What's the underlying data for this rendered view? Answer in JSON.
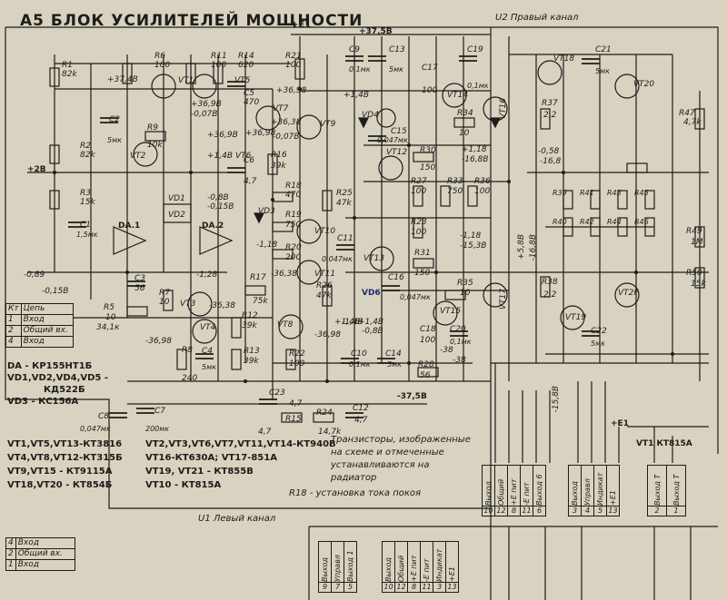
{
  "title": "А5 БЛОК УСИЛИТЕЛЕЙ МОЩНОСТИ",
  "channels": {
    "right": "U2 Правый канал",
    "left": "U1 Левый канал"
  },
  "rails": [
    "+E1",
    "+37,5В",
    "-37,5В",
    "+2В",
    "+E1"
  ],
  "components": [
    {
      "id": "R1",
      "val": "82k"
    },
    {
      "id": "R6",
      "val": "100"
    },
    {
      "id": "R11",
      "val": "100"
    },
    {
      "id": "R14",
      "val": "620"
    },
    {
      "id": "R21",
      "val": "100"
    },
    {
      "id": "C9",
      "val": "0,1мк"
    },
    {
      "id": "C13",
      "val": "5мк"
    },
    {
      "id": "C17",
      "val": "100"
    },
    {
      "id": "C19",
      "val": "0,1мк"
    },
    {
      "id": "C21",
      "val": "5мк"
    },
    {
      "id": "R2",
      "val": "82k"
    },
    {
      "id": "C2",
      "val": "5мк"
    },
    {
      "id": "R9",
      "val": "10k"
    },
    {
      "id": "R3",
      "val": "15k"
    },
    {
      "id": "C1",
      "val": "1,5мк"
    },
    {
      "id": "C5",
      "val": "470"
    },
    {
      "id": "C6",
      "val": "4,7"
    },
    {
      "id": "R16",
      "val": "39k"
    },
    {
      "id": "R18",
      "val": "470"
    },
    {
      "id": "R19",
      "val": "750"
    },
    {
      "id": "R20",
      "val": "200"
    },
    {
      "id": "R25",
      "val": "47k"
    },
    {
      "id": "C11",
      "val": "0,047мк"
    },
    {
      "id": "R17",
      "val": "75k"
    },
    {
      "id": "R26",
      "val": "47k"
    },
    {
      "id": "C15",
      "val": "0,047мк"
    },
    {
      "id": "R30",
      "val": "150"
    },
    {
      "id": "R27",
      "val": "100"
    },
    {
      "id": "R33",
      "val": "750"
    },
    {
      "id": "R36",
      "val": "100"
    },
    {
      "id": "R23",
      "val": "100"
    },
    {
      "id": "R31",
      "val": "150"
    },
    {
      "id": "C16",
      "val": "0,047мк"
    },
    {
      "id": "R35",
      "val": "10"
    },
    {
      "id": "R34",
      "val": "10"
    },
    {
      "id": "R37",
      "val": "2,2"
    },
    {
      "id": "R38",
      "val": "2,2"
    },
    {
      "id": "R47",
      "val": "4,7k"
    },
    {
      "id": "R49",
      "val": "1М"
    },
    {
      "id": "R50",
      "val": "15k"
    },
    {
      "id": "C3",
      "val": "56"
    },
    {
      "id": "R7",
      "val": "10"
    },
    {
      "id": "R5",
      "val": "10"
    },
    {
      "id": "R12",
      "val": "39k"
    },
    {
      "id": "R13",
      "val": "39k"
    },
    {
      "id": "R8",
      "val": "240"
    },
    {
      "id": "C4",
      "val": "5мк"
    },
    {
      "id": "R22",
      "val": "100"
    },
    {
      "id": "C8",
      "val": "0,047мк"
    },
    {
      "id": "C7",
      "val": "200мк"
    },
    {
      "id": "C23",
      "val": "4,7"
    },
    {
      "id": "R15",
      "val": "4,7"
    },
    {
      "id": "R24",
      "val": "14,7k"
    },
    {
      "id": "C12",
      "val": "4,7"
    },
    {
      "id": "C18",
      "val": "100"
    },
    {
      "id": "C20",
      "val": "0,1мк"
    },
    {
      "id": "R28",
      "val": "56"
    },
    {
      "id": "C10",
      "val": "0,1мк"
    },
    {
      "id": "C14",
      "val": "5мк"
    },
    {
      "id": "C22",
      "val": "5мк"
    }
  ],
  "transistors": [
    "VT1",
    "VT2",
    "VT3",
    "VT4",
    "VT5",
    "VT6",
    "VT7",
    "VT8",
    "VT9",
    "VT10",
    "VT11",
    "VT12",
    "VT13",
    "VT14",
    "VT15",
    "VT16",
    "VT17",
    "VT18",
    "VT19",
    "VT20",
    "VT2Р"
  ],
  "resistor_bank": [
    "R39",
    "R41",
    "R43",
    "R45",
    "R40",
    "R42",
    "R44",
    "R46"
  ],
  "voltages": [
    "+37,4В",
    "+36,9В",
    "-0,07В",
    "+36,9В",
    "+36,38",
    "-0,07В",
    "+36,98",
    "+1,4В",
    "+1,4В",
    "-0,8В",
    "-0,15В",
    "-1,18",
    "-0,89",
    "-0,15В",
    "-1,28",
    "-36,38",
    "-36,38",
    "-36,98",
    "-36,98",
    "-0,8В",
    "+1,4В",
    "-15,8В",
    "+1,18",
    "-16,8В",
    "-0,58",
    "-16,8",
    "+5,8В",
    "-16,8В",
    "-1,18",
    "-15,3В",
    "-38",
    "+36,98",
    "+1,4В",
    "-1,4В",
    "-38",
    "34,1к"
  ],
  "connector_table": {
    "header": [
      "Кт",
      "Цепь"
    ],
    "rows": [
      [
        "1",
        "Вход"
      ],
      [
        "2",
        "Общий вх."
      ],
      [
        "4",
        "Вход"
      ]
    ]
  },
  "connector_table2": {
    "rows": [
      [
        "4",
        "Вход"
      ],
      [
        "2",
        "Общий вх."
      ],
      [
        "1",
        "Вход"
      ]
    ]
  },
  "bom": [
    "DA - КР155НТ1Б",
    "VD1,VD2,VD4,VD5 -",
    "КД522Б",
    "VD3 - КС156А"
  ],
  "bom2": [
    "VT1,VT5,VT13-КТ3816",
    "VT4,VT8,VT12-КТ315Б",
    "VT9,VT15 - КТ9115А",
    "VT18,VT20 - КТ854Б"
  ],
  "bom3": [
    "VT2,VT3,VT6,VT7,VT11,VT14-КТ940В",
    "VT16-КТ630А; VT17-851А",
    "VT19, VT21 - КТ855В",
    "VT10 - КТ815А"
  ],
  "note": "Транзисторы, изображенные на схеме и отмеченные устанавливаются на радиатор",
  "note2": "R18 - установка тока покоя",
  "pin_groups": [
    {
      "pins": [
        {
          "l": "Выход",
          "n": "10"
        },
        {
          "l": "Общий",
          "n": "12"
        },
        {
          "l": "+E пит",
          "n": "8"
        },
        {
          "l": "-E пит",
          "n": "11"
        },
        {
          "l": "Выход 6",
          "n": "6"
        }
      ]
    },
    {
      "pins": [
        {
          "l": "Выход",
          "n": "3"
        },
        {
          "l": "Управл",
          "n": "4"
        },
        {
          "l": "Индикат",
          "n": "5"
        },
        {
          "l": "+E1",
          "n": "13"
        }
      ]
    },
    {
      "pins": [
        {
          "l": "Выход Т",
          "n": "2"
        },
        {
          "l": "Выход Т",
          "n": "1"
        }
      ]
    }
  ],
  "pin_groups_left": [
    {
      "pins": [
        {
          "l": "Выход",
          "n": "9"
        },
        {
          "l": "Управл",
          "n": "7"
        },
        {
          "l": "Выход 1",
          "n": "5"
        }
      ]
    },
    {
      "pins": [
        {
          "l": "Выход",
          "n": "10"
        },
        {
          "l": "Общий",
          "n": "12"
        },
        {
          "l": "+E пит",
          "n": "8"
        },
        {
          "l": "-E пит",
          "n": "11"
        },
        {
          "l": "Индикат",
          "n": "3"
        },
        {
          "l": "+E1",
          "n": "13"
        }
      ]
    }
  ],
  "vt1_label": "VT1 КТ815А",
  "vd_label": "VD6"
}
